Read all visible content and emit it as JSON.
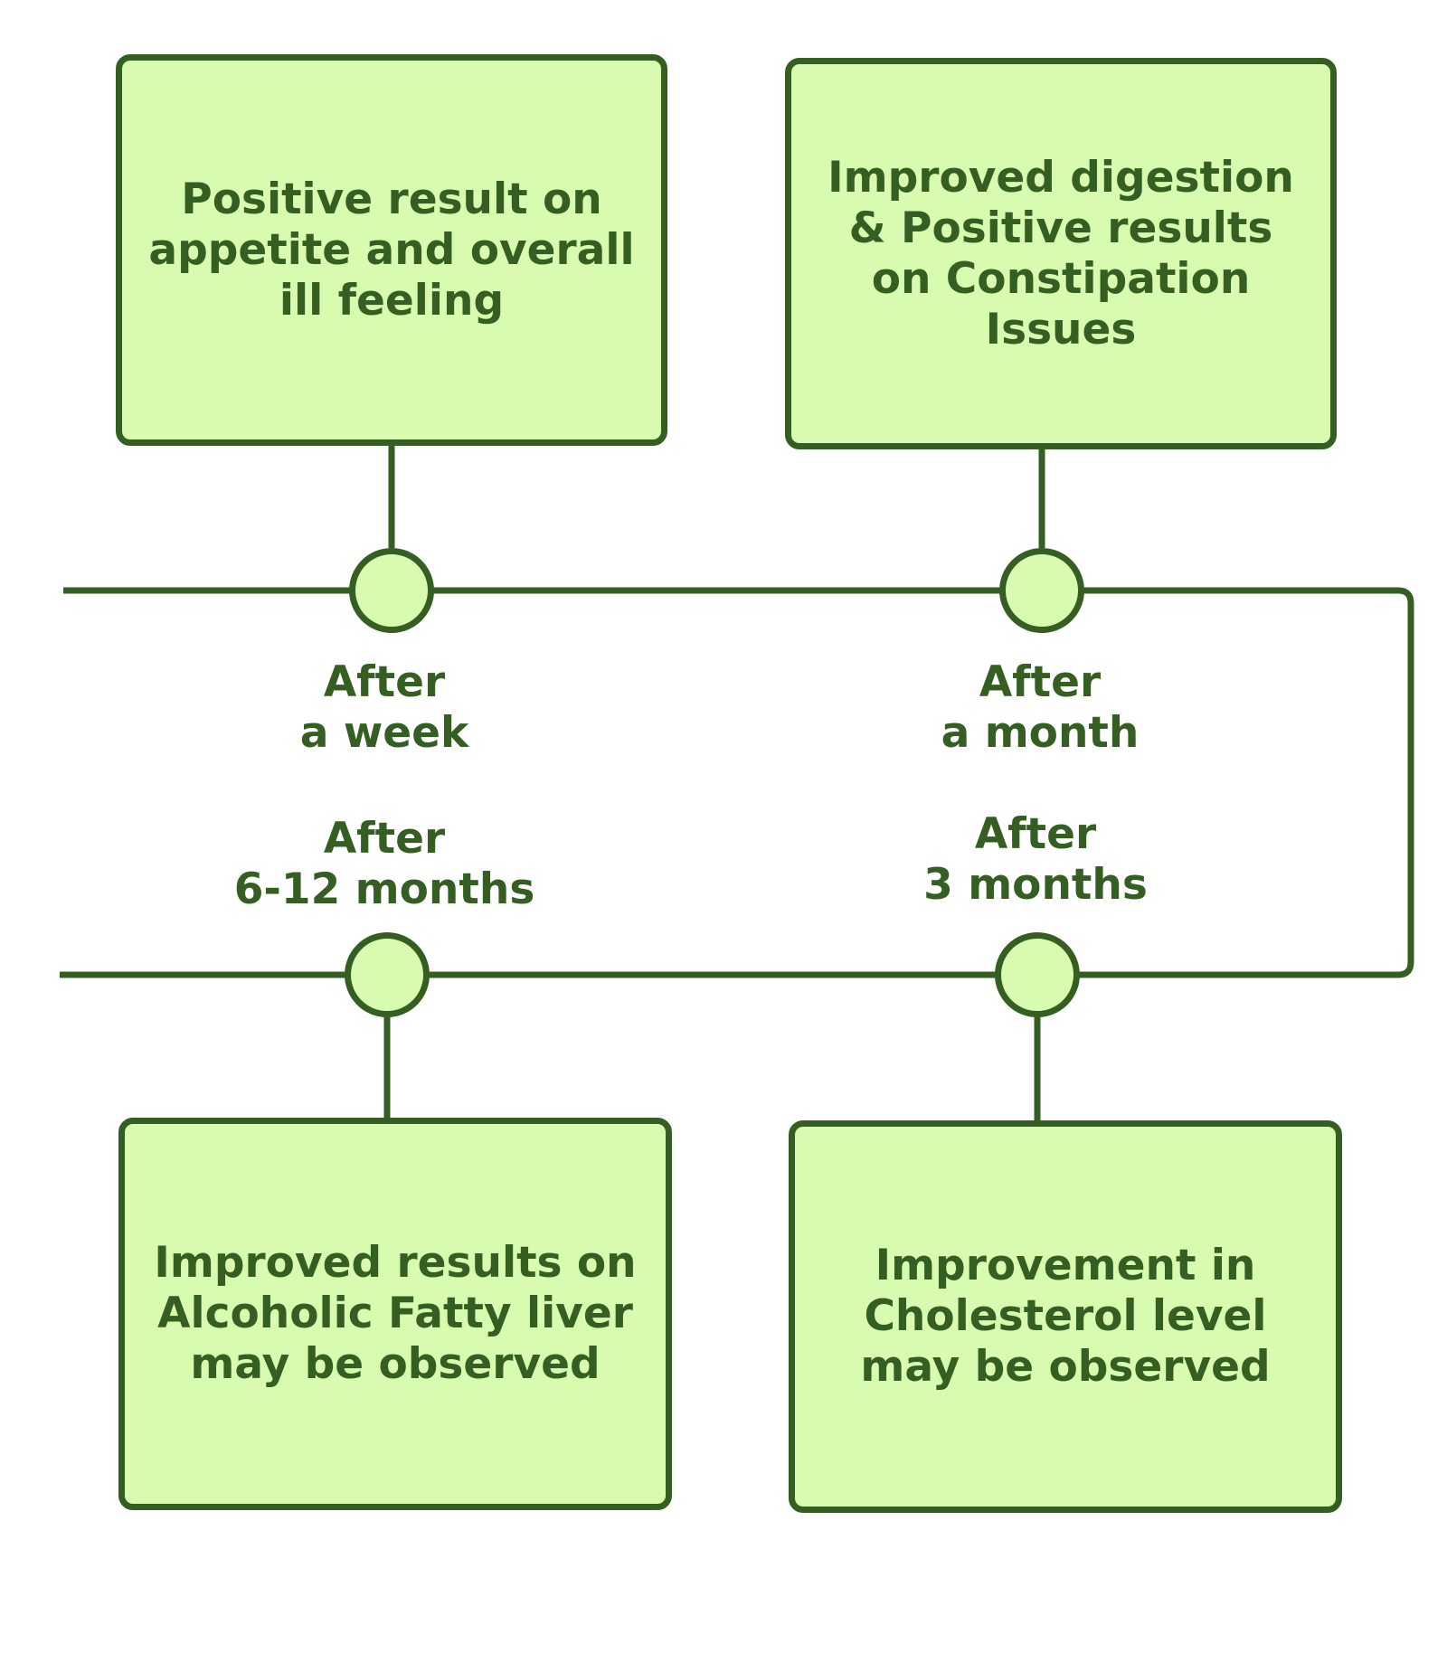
{
  "colors": {
    "stroke": "#355e23",
    "fill": "#d9fbb0",
    "text": "#355e23",
    "background": "#ffffff"
  },
  "stages": [
    {
      "label": "After\na week",
      "description": "Positive result on\nappetite and overall\nill feeling"
    },
    {
      "label": "After\na month",
      "description": "Improved digestion\n& Positive results\non Constipation\nIssues"
    },
    {
      "label": "After\n3 months",
      "description": "Improvement in\nCholesterol level\nmay be observed"
    },
    {
      "label": "After\n6-12 months",
      "description": "Improved results on\nAlcoholic Fatty liver\nmay be observed"
    }
  ]
}
